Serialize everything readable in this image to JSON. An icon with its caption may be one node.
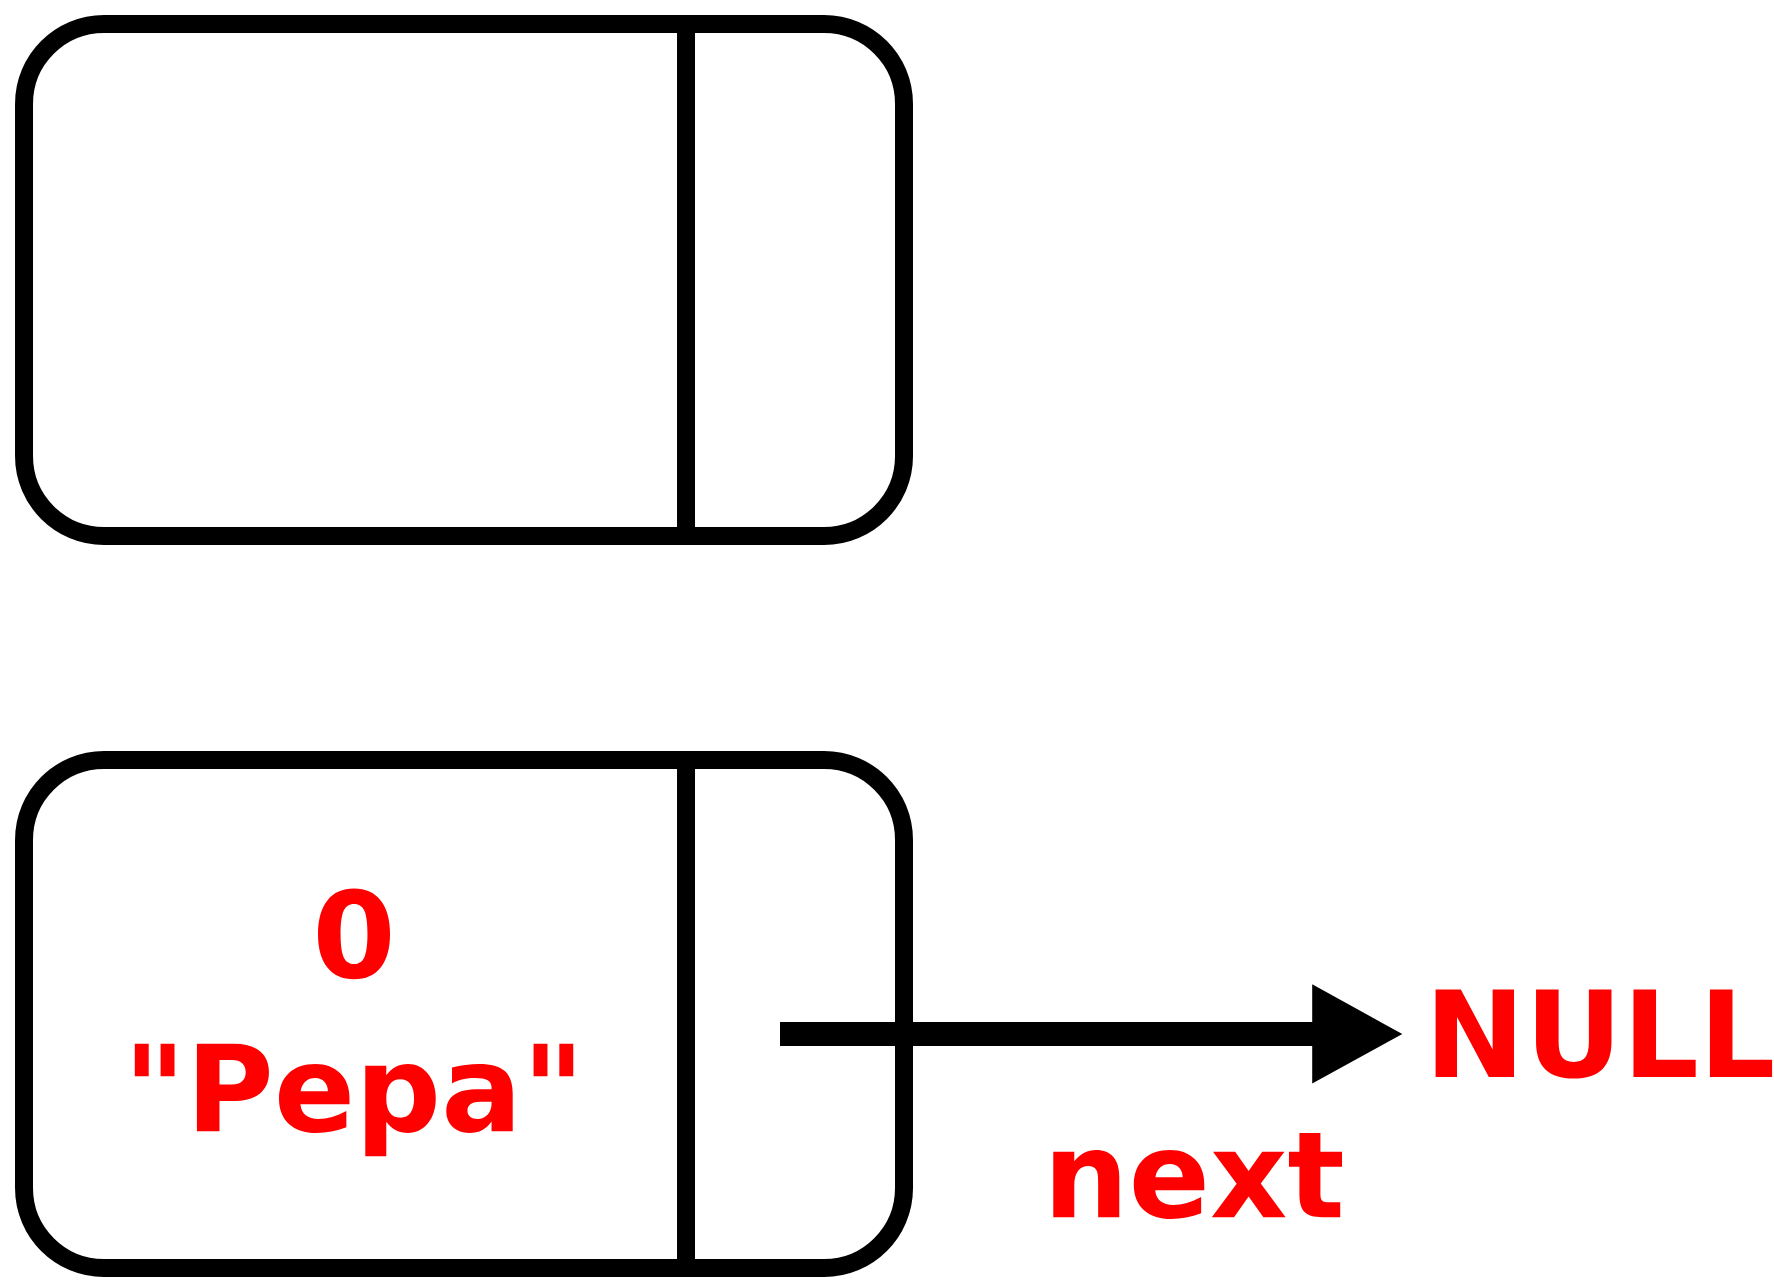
{
  "diagram": {
    "nodes": [
      {
        "text": [],
        "shape": "box"
      },
      {
        "text": [
          "0",
          "\"Pepa\""
        ]
      },
      {
        "text": [],
        "shape": "box",
        "in": 1
      },
      {
        "text": [
          "NULL"
        ]
      }
    ],
    "edges": [
      {
        "from": 2,
        "to": 3,
        "arrow": "to",
        "label": "next"
      }
    ]
  }
}
